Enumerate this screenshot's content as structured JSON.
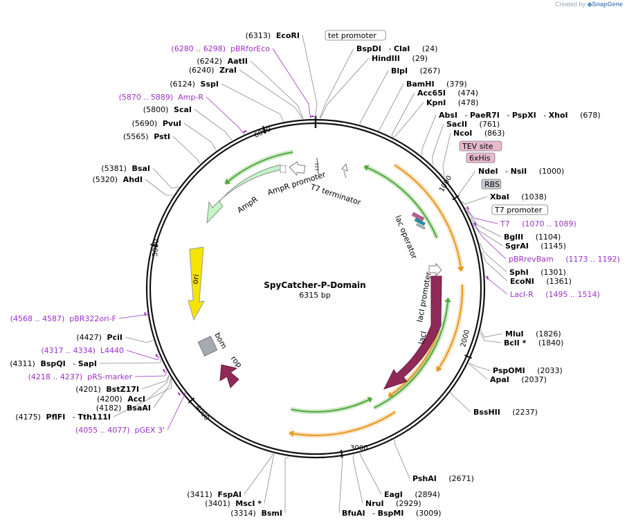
{
  "credit": {
    "prefix": "Created by",
    "brand": "SnapGene"
  },
  "plasmid": {
    "name": "SpyCatcher-P-Domain",
    "size_label": "6315 bp",
    "total_bp": 6315
  },
  "ticks": [
    "1000",
    "2000",
    "3000",
    "4000",
    "5000",
    "6000"
  ],
  "colors": {
    "purple": "#9b2fc6",
    "orange": "#e8961e",
    "green": "#4fa83a",
    "maroon": "#8b2252",
    "ori": "#f5e400",
    "lacI": "#9b2a5d",
    "bom": "#a4aab0"
  },
  "sites": [
    {
      "text": "(6313)",
      "name": "EcoRI"
    },
    {
      "name": "tet promoter",
      "boxed": true
    },
    {
      "text": "(6280 .. 6298)  pBRforEco",
      "purple": true
    },
    {
      "text": "(6242)",
      "name": "AatII"
    },
    {
      "text": "(6240)",
      "name": "ZraI"
    },
    {
      "text": "(6124)",
      "name": "SspI"
    },
    {
      "text": "(5870 .. 5889)  Amp-R",
      "purple": true
    },
    {
      "text": "(5800)",
      "name": "ScaI"
    },
    {
      "text": "(5690)",
      "name": "PvuI"
    },
    {
      "text": "(5565)",
      "name": "PstI"
    },
    {
      "text": "(5381)",
      "name": "BsaI"
    },
    {
      "text": "(5320)",
      "name": "AhdI"
    },
    {
      "name": "BspDI",
      "text": "-",
      "name2": "ClaI",
      "pos": "(24)"
    },
    {
      "name": "HindIII",
      "pos": "(29)"
    },
    {
      "name": "BlpI",
      "pos": "(267)"
    },
    {
      "name": "BamHI",
      "pos": "(379)"
    },
    {
      "name": "Acc65I",
      "pos": "(474)"
    },
    {
      "name": "KpnI",
      "pos": "(478)"
    },
    {
      "name": "AbsI",
      "text": "-",
      "name2": "PaeR7I",
      "text2": "-",
      "name3": "PspXI",
      "text3": "-",
      "name4": "XhoI",
      "pos": "(678)"
    },
    {
      "name": "SacII",
      "pos": "(761)"
    },
    {
      "name": "NcoI",
      "pos": "(863)"
    },
    {
      "name": "TEV site",
      "boxed": true
    },
    {
      "name": "6xHis",
      "boxed": true
    },
    {
      "name": "NdeI",
      "text": "-",
      "name2": "NsiI",
      "pos": "(1000)"
    },
    {
      "name": "RBS",
      "boxed": true
    },
    {
      "name": "XbaI",
      "pos": "(1038)"
    },
    {
      "name": "T7 promoter",
      "boxed": true
    },
    {
      "text": "T7",
      "pos": "(1070 .. 1089)",
      "purple": true
    },
    {
      "name": "BglII",
      "pos": "(1104)"
    },
    {
      "name": "SgrAI",
      "pos": "(1145)"
    },
    {
      "text": "pBRrevBam",
      "pos": "(1173 .. 1192)",
      "purple": true
    },
    {
      "name": "SphI",
      "pos": "(1301)"
    },
    {
      "name": "EcoNI",
      "pos": "(1361)"
    },
    {
      "text": "LacI-R",
      "pos": "(1495 .. 1514)",
      "purple": true
    },
    {
      "name": "MluI",
      "pos": "(1826)"
    },
    {
      "name": "BclI *",
      "pos": "(1840)"
    },
    {
      "name": "PspOMI",
      "pos": "(2033)"
    },
    {
      "name": "ApaI",
      "pos": "(2037)"
    },
    {
      "name": "BssHII",
      "pos": "(2237)"
    },
    {
      "name": "PshAI",
      "pos": "(2671)"
    },
    {
      "name": "EagI",
      "pos": "(2894)"
    },
    {
      "name": "NruI",
      "pos": "(2929)"
    },
    {
      "name": "BfuAI",
      "text": "-",
      "name2": "BspMI",
      "pos": "(3009)"
    },
    {
      "text": "(3411)",
      "name": "FspAI"
    },
    {
      "text": "(3401)",
      "name": "MscI *"
    },
    {
      "text": "(3314)",
      "name": "BsmI"
    },
    {
      "text": "(4568 .. 4587)  pBR322ori-F",
      "purple": true
    },
    {
      "text": "(4427)",
      "name": "PciI"
    },
    {
      "text": "(4317 .. 4334)  L4440",
      "purple": true
    },
    {
      "text": "(4311)",
      "name": "BspQI",
      "text2": "-",
      "name2": "SapI"
    },
    {
      "text": "(4218 .. 4237)  pRS-marker",
      "purple": true
    },
    {
      "text": "(4201)",
      "name": "BstZ17I"
    },
    {
      "text": "(4200)",
      "name": "AccI"
    },
    {
      "text": "(4182)",
      "name": "BsaAI"
    },
    {
      "text": "(4175)",
      "name": "PflFI",
      "text2": "-",
      "name2": "Tth111I"
    },
    {
      "text": "(4055 .. 4077)  pGEX 3'",
      "purple": true
    }
  ],
  "features": [
    {
      "name": "AmpR"
    },
    {
      "name": "AmpR promoter"
    },
    {
      "name": "T7 terminator"
    },
    {
      "name": "lac operator"
    },
    {
      "name": "lacI promoter"
    },
    {
      "name": "lacI"
    },
    {
      "name": "ori"
    },
    {
      "name": "bom"
    },
    {
      "name": "rop"
    }
  ]
}
